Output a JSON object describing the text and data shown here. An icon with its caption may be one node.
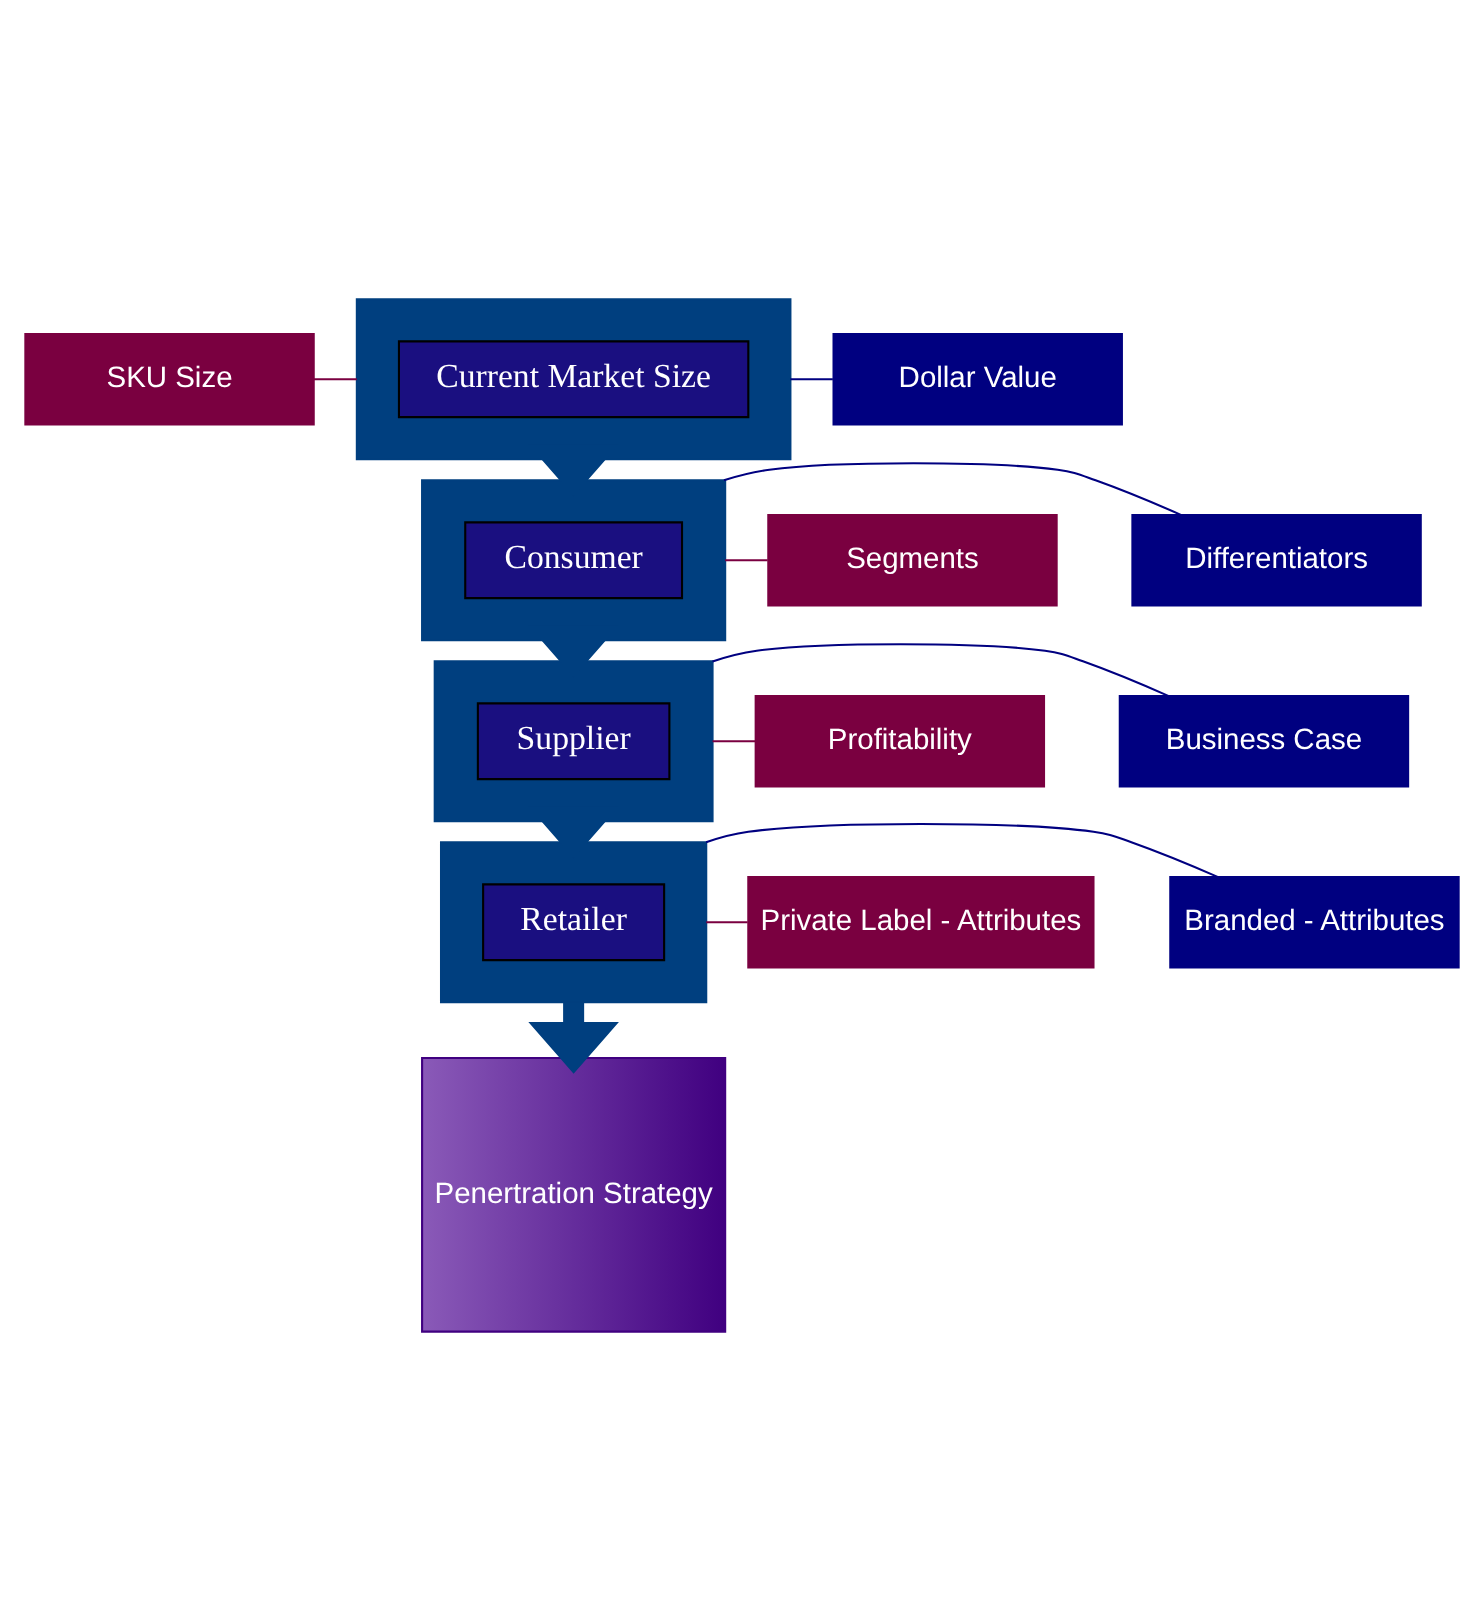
{
  "diagram": {
    "nodes": [
      {
        "text": [],
        "shape": "arrow"
      },
      {
        "text": [
          "Current Market Size"
        ],
        "in": 0
      },
      {
        "text": [
          "SKU Size"
        ]
      },
      {
        "text": [
          "Dollar Value"
        ]
      },
      {
        "text": [],
        "shape": "arrow"
      },
      {
        "text": [
          "Consumer"
        ],
        "in": 4
      },
      {
        "text": [
          "Segments"
        ]
      },
      {
        "text": [
          "Differentiators"
        ]
      },
      {
        "text": [],
        "shape": "arrow"
      },
      {
        "text": [
          "Supplier"
        ],
        "in": 8
      },
      {
        "text": [
          "Profitability"
        ]
      },
      {
        "text": [
          "Business Case"
        ]
      },
      {
        "text": [],
        "shape": "arrow"
      },
      {
        "text": [
          "Retailer"
        ],
        "in": 12
      },
      {
        "text": [
          "Private Label - Attributes"
        ]
      },
      {
        "text": [
          "Branded - Attributes"
        ]
      },
      {
        "text": [
          "Penertration Strategy"
        ]
      }
    ],
    "edges": [
      {
        "from": 0,
        "to": 2,
        "arrow": "none",
        "color": "#7a0040"
      },
      {
        "from": 0,
        "to": 3,
        "arrow": "none",
        "color": "#000080"
      },
      {
        "from": 0,
        "to": 4,
        "arrow": "to",
        "style": "thick",
        "color": "#003f7f"
      },
      {
        "from": 4,
        "to": 6,
        "arrow": "none",
        "color": "#7a0040"
      },
      {
        "from": 4,
        "to": 7,
        "arrow": "none",
        "color": "#000080"
      },
      {
        "from": 4,
        "to": 8,
        "arrow": "to",
        "style": "thick",
        "color": "#003f7f"
      },
      {
        "from": 8,
        "to": 10,
        "arrow": "none",
        "color": "#7a0040"
      },
      {
        "from": 8,
        "to": 11,
        "arrow": "none",
        "color": "#000080"
      },
      {
        "from": 8,
        "to": 12,
        "arrow": "to",
        "style": "thick",
        "color": "#003f7f"
      },
      {
        "from": 12,
        "to": 14,
        "arrow": "none",
        "color": "#7a0040"
      },
      {
        "from": 12,
        "to": 15,
        "arrow": "none",
        "color": "#000080"
      },
      {
        "from": 12,
        "to": 16,
        "arrow": "to",
        "style": "thick",
        "color": "#003f7f"
      }
    ]
  }
}
